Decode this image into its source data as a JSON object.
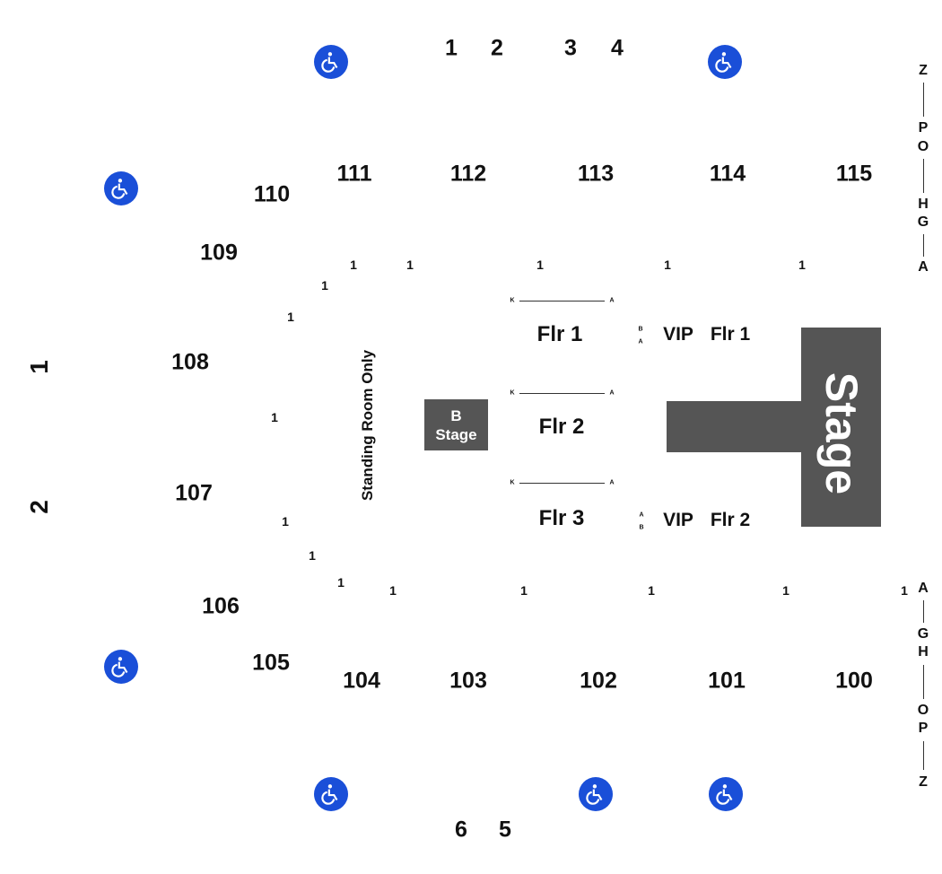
{
  "top_gates": [
    "1",
    "2",
    "3",
    "4"
  ],
  "bottom_gates": [
    "6",
    "5"
  ],
  "left_gates": [
    "1",
    "2"
  ],
  "sections_upper": [
    "110",
    "111",
    "112",
    "113",
    "114",
    "115"
  ],
  "sections_left": [
    "109",
    "108",
    "107",
    "106"
  ],
  "sections_lower": [
    "105",
    "104",
    "103",
    "102",
    "101",
    "100"
  ],
  "row_one": "1",
  "floor": {
    "flr1": "Flr 1",
    "flr2": "Flr 2",
    "flr3": "Flr 3",
    "row_k": "K",
    "row_a": "A"
  },
  "vip": {
    "vip_word": "VIP",
    "flr1": "Flr 1",
    "flr2": "Flr 2",
    "row_b": "B",
    "row_a": "A"
  },
  "standing": "Standing Room Only",
  "b_stage": {
    "line1": "B",
    "line2": "Stage"
  },
  "stage": "Stage",
  "right_top_rows": [
    "Z",
    "P",
    "O",
    "H",
    "G",
    "A"
  ],
  "right_bottom_rows": [
    "A",
    "G",
    "H",
    "O",
    "P",
    "Z"
  ],
  "icons": {
    "accessible": "wheelchair-accessible-icon"
  },
  "colors": {
    "accessible": "#1a4fd8",
    "stage": "#555555"
  }
}
